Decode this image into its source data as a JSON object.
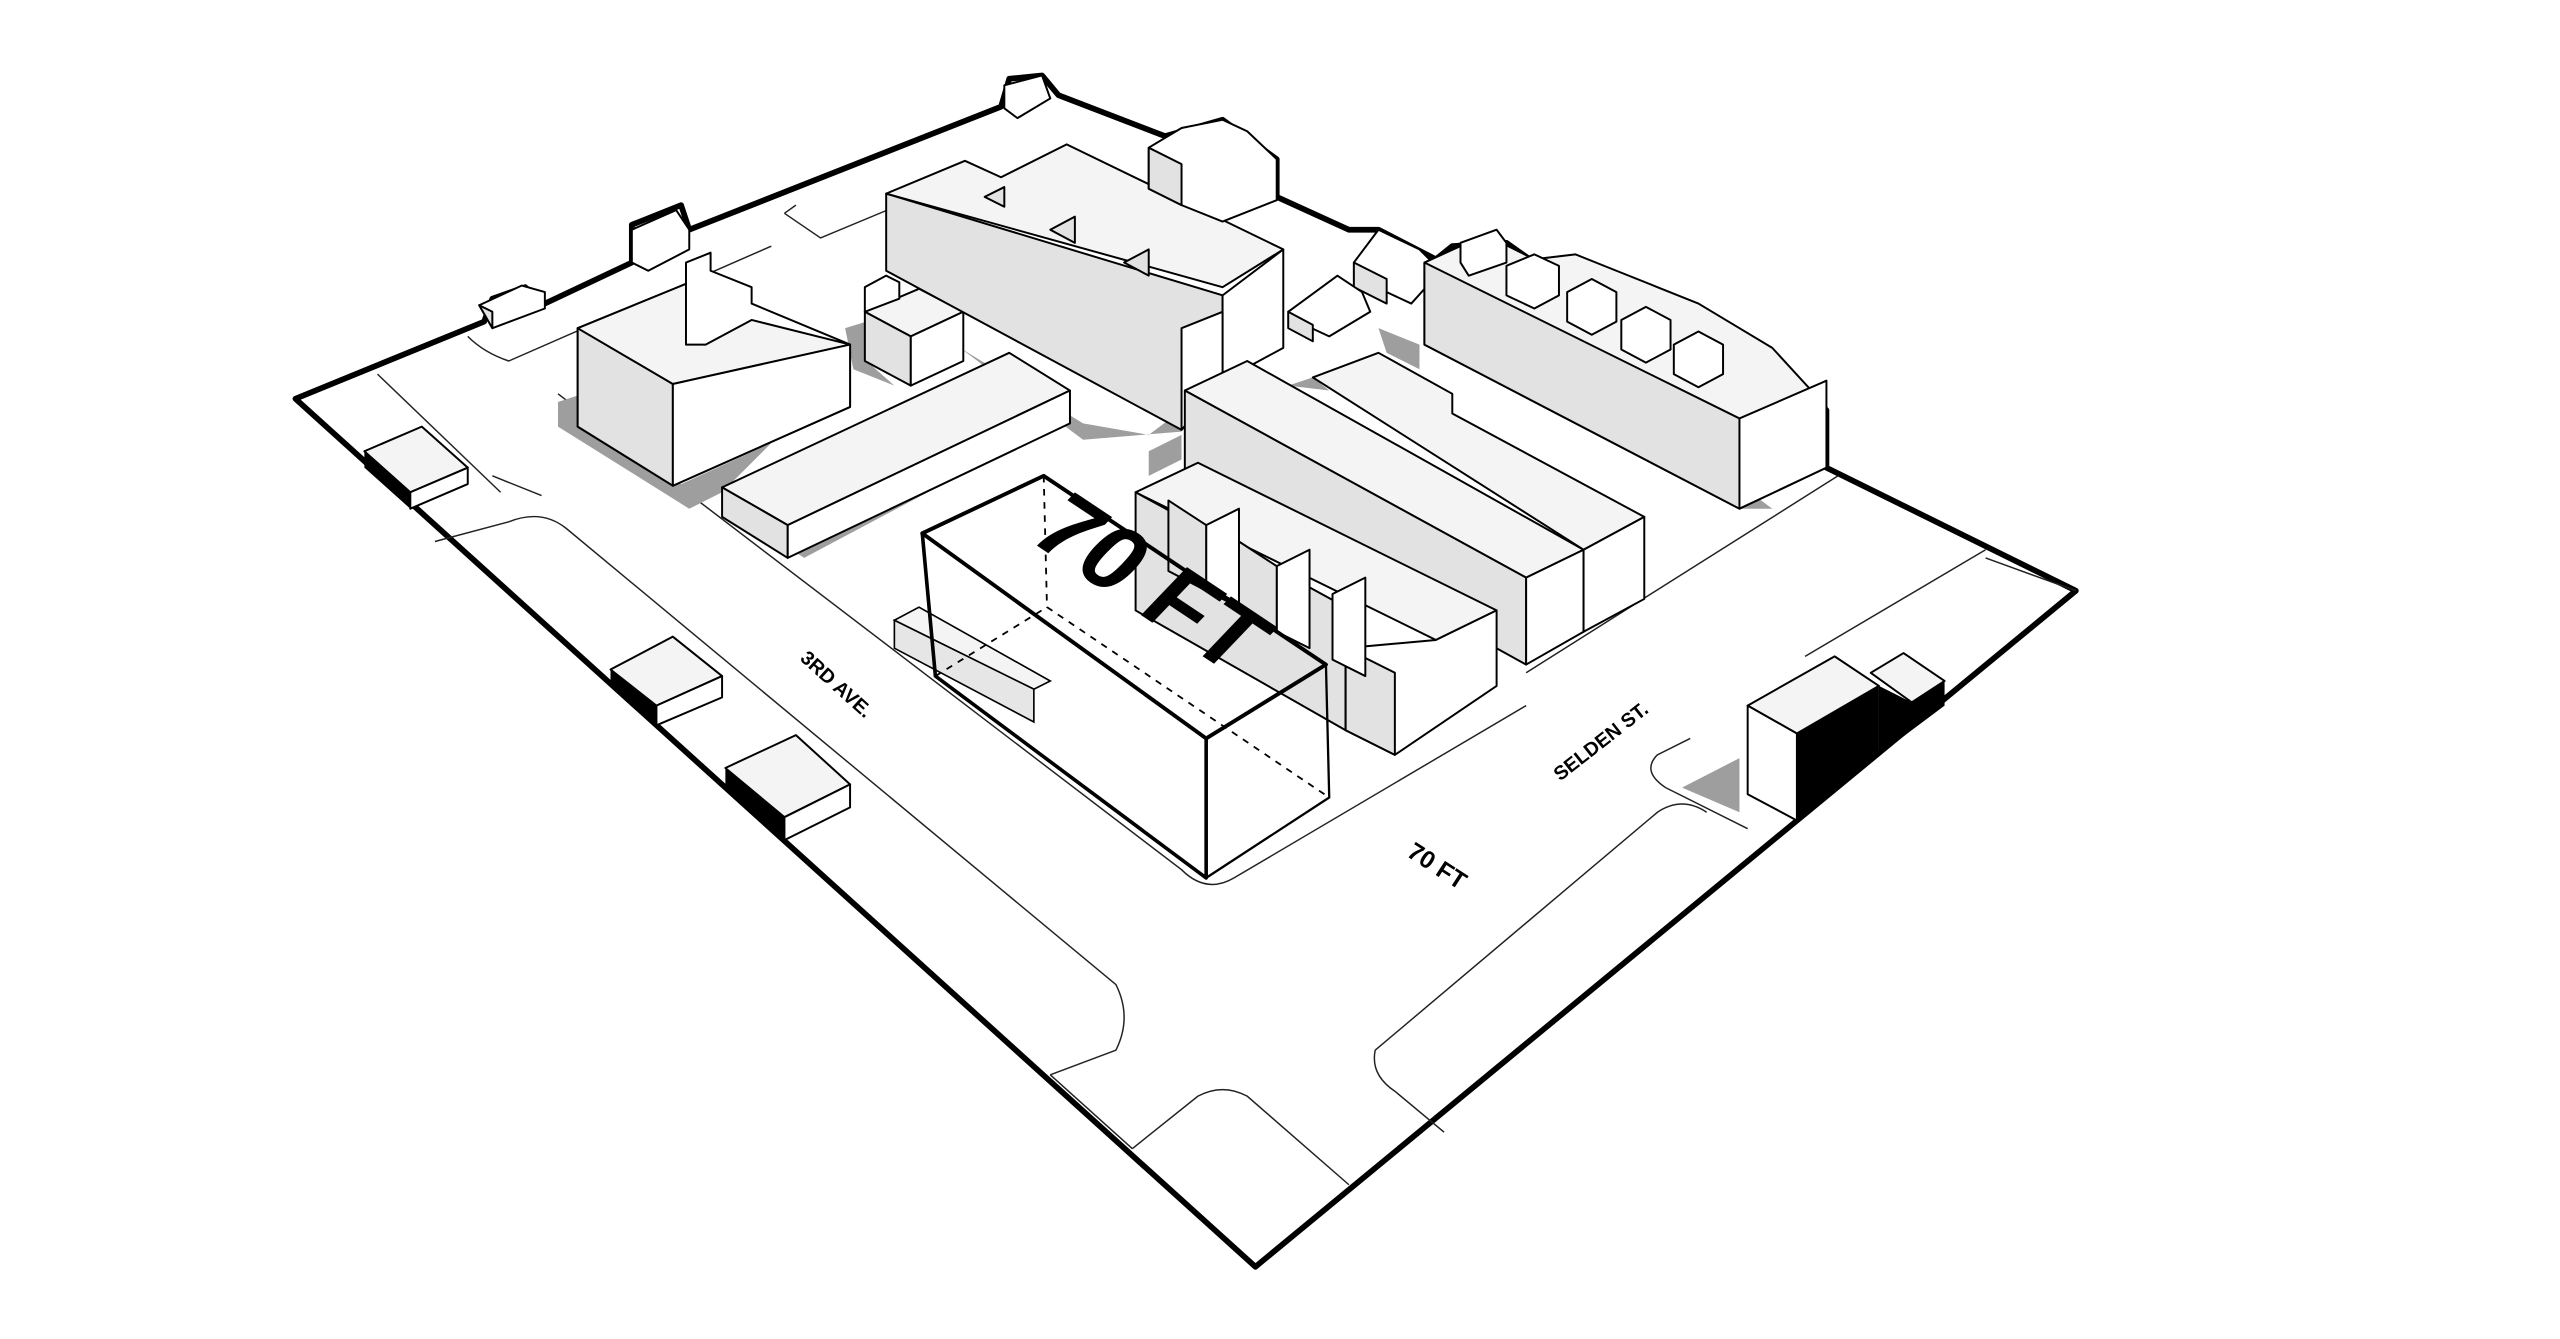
{
  "diagram": {
    "height_label": "70 FT",
    "height_dimension": "70 FT",
    "streets": {
      "avenue": "3RD AVE.",
      "street": "SELDEN ST."
    }
  }
}
